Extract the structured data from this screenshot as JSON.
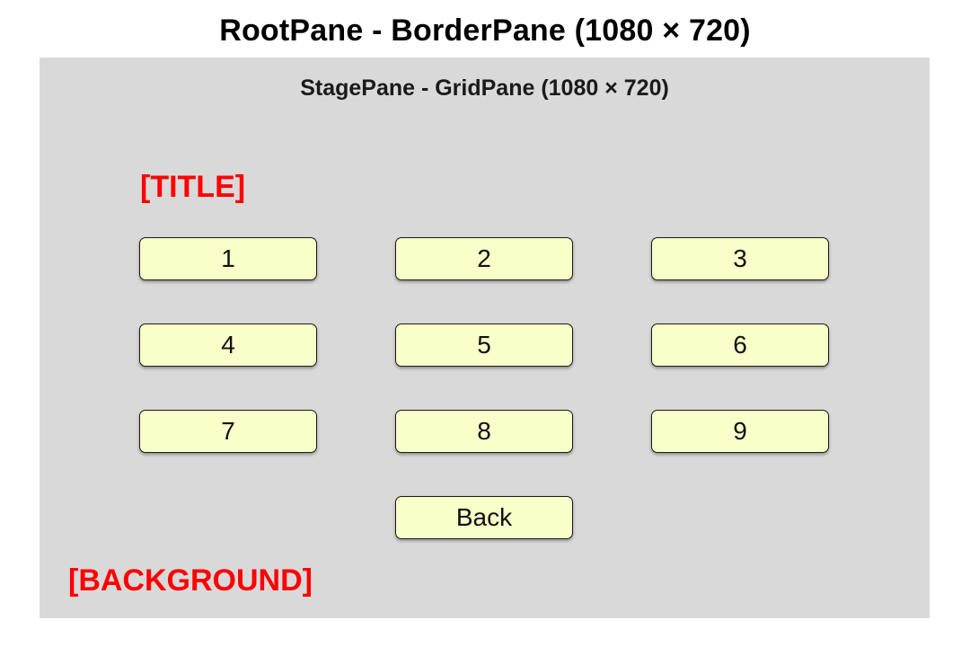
{
  "root": {
    "title": "RootPane - BorderPane (1080 × 720)"
  },
  "stage": {
    "title": "StagePane - GridPane (1080 × 720)",
    "title_placeholder": "[TITLE]",
    "background_placeholder": "[BACKGROUND]",
    "buttons": [
      "1",
      "2",
      "3",
      "4",
      "5",
      "6",
      "7",
      "8",
      "9"
    ],
    "back_label": "Back"
  },
  "colors": {
    "stage_background": "#d9d9d9",
    "button_fill": "#f8ffc8",
    "placeholder_text": "#ff0000"
  }
}
